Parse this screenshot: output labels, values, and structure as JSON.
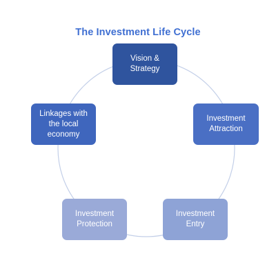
{
  "diagram": {
    "title": "The Investment Life Cycle",
    "nodes": [
      {
        "label": "Vision &\nStrategy",
        "color": "#2f549e"
      },
      {
        "label": "Investment\nAttraction",
        "color": "#4a6fc4"
      },
      {
        "label": "Investment\nEntry",
        "color": "#8ea3d6"
      },
      {
        "label": "Investment\nProtection",
        "color": "#9aaad8"
      },
      {
        "label": "Linkages with\nthe local\neconomy",
        "color": "#3f66bd"
      }
    ],
    "ring_color": "#c3cfe8"
  }
}
